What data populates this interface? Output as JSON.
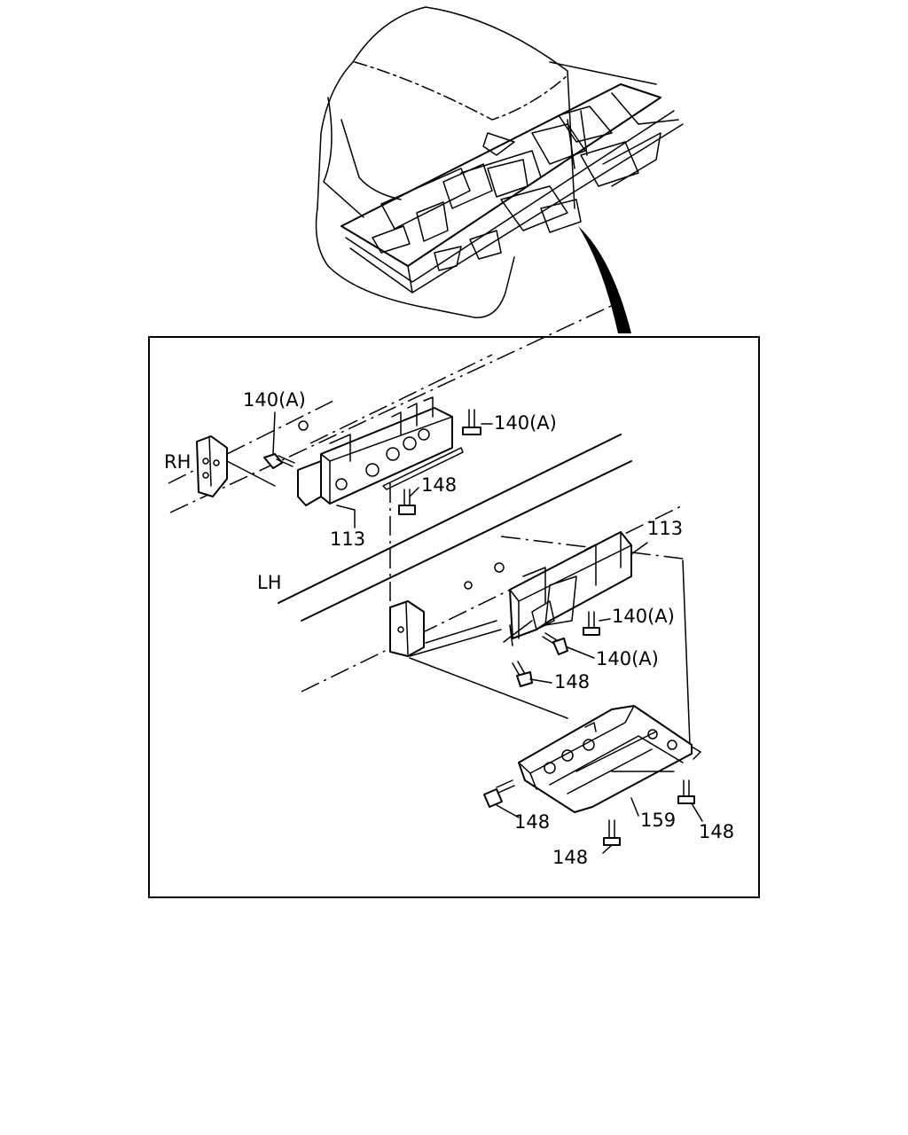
{
  "labels": {
    "part_113_upper": "113",
    "part_113_lower": "113",
    "part_140a_1": "140(A)",
    "part_140a_2": "140(A)",
    "part_140a_3": "140(A)",
    "part_140a_4": "140(A)",
    "part_148_1": "148",
    "part_148_2": "148",
    "part_148_3": "148",
    "part_148_4": "148",
    "part_148_5": "148",
    "part_159": "159",
    "side_rh": "RH",
    "side_lh": "LH"
  }
}
